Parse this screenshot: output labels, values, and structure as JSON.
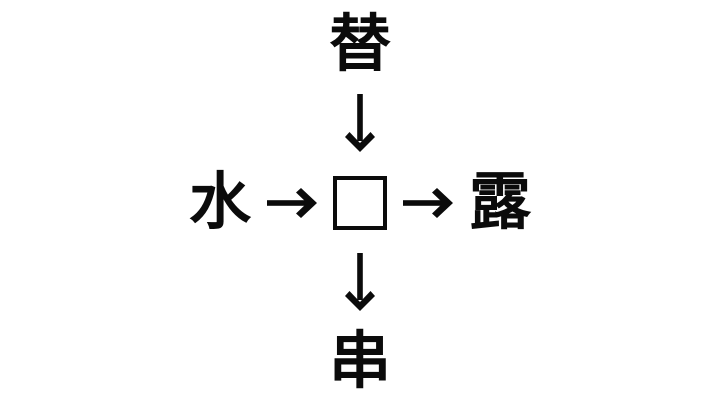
{
  "page": {
    "background": "#ffffff",
    "ink": "#0b0b0b"
  },
  "puzzle": {
    "top_kanji": "替",
    "left_kanji": "水",
    "right_kanji": "露",
    "bottom_kanji": "串",
    "blank_cell": "",
    "icons": {
      "down_arrow": "↓",
      "right_arrow": "→"
    }
  }
}
